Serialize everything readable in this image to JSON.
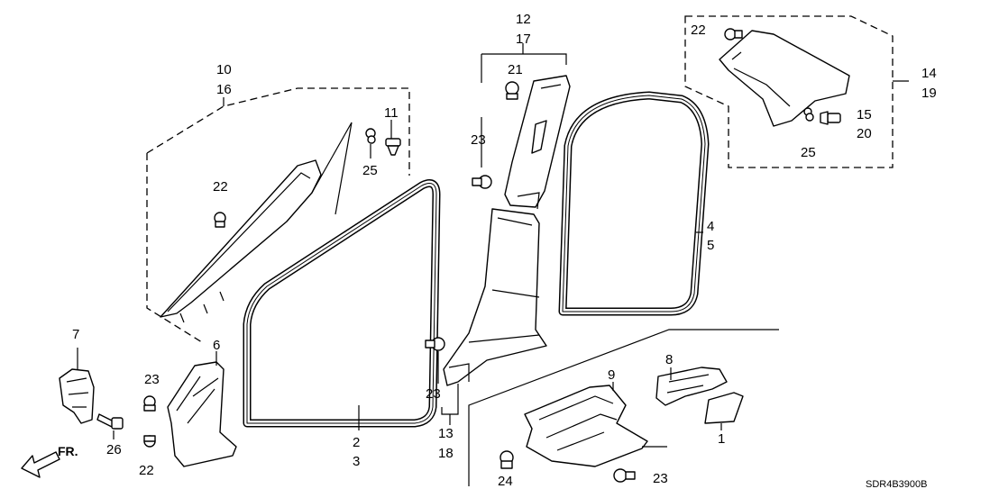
{
  "labels": {
    "l10": "10",
    "l16": "16",
    "l11": "11",
    "l25a": "25",
    "l22a": "22",
    "l7": "7",
    "l6": "6",
    "l23a": "23",
    "l26": "26",
    "l22b": "22",
    "l2": "2",
    "l3": "3",
    "l12": "12",
    "l17": "17",
    "l21": "21",
    "l23b": "23",
    "l4": "4",
    "l5": "5",
    "l23c": "23",
    "l13": "13",
    "l18": "18",
    "l22c": "22",
    "l14": "14",
    "l19": "19",
    "l15": "15",
    "l20": "20",
    "l25b": "25",
    "l9": "9",
    "l8": "8",
    "l1": "1",
    "l24": "24",
    "l23d": "23"
  },
  "direction_label": "FR.",
  "diagram_code": "SDR4B3900B"
}
